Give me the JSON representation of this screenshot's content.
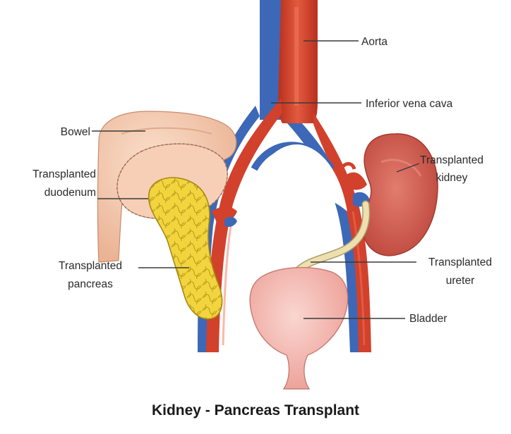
{
  "labels": {
    "aorta": "Aorta",
    "ivc": "Inferior vena cava",
    "bowel": "Bowel",
    "duodenum": [
      "Transplanted",
      "duodenum"
    ],
    "kidney": [
      "Transplanted",
      "kidney"
    ],
    "pancreas": [
      "Transplanted",
      "pancreas"
    ],
    "ureter": [
      "Transplanted",
      "ureter"
    ],
    "bladder": "Bladder"
  },
  "caption": "Kidney - Pancreas Transplant",
  "colors": {
    "artery": "#d2412c",
    "vein": "#3d68b8",
    "kidney": "#cf5a4e",
    "bowel": "#f4c8ab",
    "pancreas": "#f1d33c",
    "bladder": "#f3bcb5",
    "ureter": "#eedfae"
  }
}
